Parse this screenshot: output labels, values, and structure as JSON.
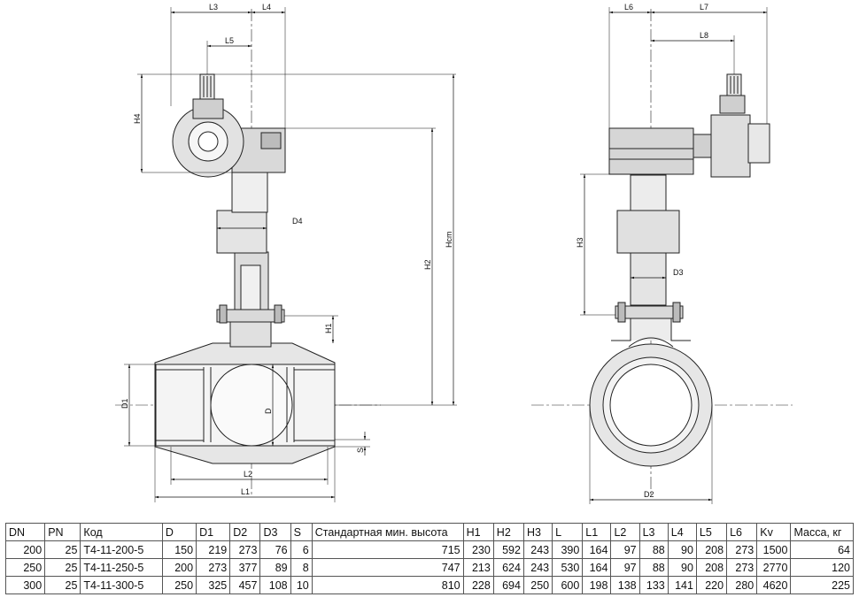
{
  "drawing": {
    "front_view": {
      "dims": {
        "L3": "L3",
        "L4": "L4",
        "L5": "L5",
        "H4": "H4",
        "D4": "D4",
        "H2": "H2",
        "Hcm": "Hcm",
        "H1": "H1",
        "D1": "D1",
        "D": "D",
        "S": "S",
        "L2": "L2",
        "L1": "L1"
      }
    },
    "side_view": {
      "dims": {
        "L6": "L6",
        "L7": "L7",
        "L8": "L8",
        "H3": "H3",
        "D3": "D3",
        "D2": "D2"
      }
    }
  },
  "table": {
    "headers": [
      "DN",
      "PN",
      "Код",
      "D",
      "D1",
      "D2",
      "D3",
      "S",
      "Стандартная мин. высота",
      "H1",
      "H2",
      "H3",
      "L",
      "L1",
      "L2",
      "L3",
      "L4",
      "L5",
      "L6",
      "Kv",
      "Масса, кг"
    ],
    "rows": [
      [
        "200",
        "25",
        "T4-11-200-5",
        "150",
        "219",
        "273",
        "76",
        "6",
        "715",
        "230",
        "592",
        "243",
        "390",
        "164",
        "97",
        "88",
        "90",
        "208",
        "273",
        "1500",
        "64"
      ],
      [
        "250",
        "25",
        "T4-11-250-5",
        "200",
        "273",
        "377",
        "89",
        "8",
        "747",
        "213",
        "624",
        "243",
        "530",
        "164",
        "97",
        "88",
        "90",
        "208",
        "273",
        "2770",
        "120"
      ],
      [
        "300",
        "25",
        "T4-11-300-5",
        "250",
        "325",
        "457",
        "108",
        "10",
        "810",
        "228",
        "694",
        "250",
        "600",
        "198",
        "138",
        "133",
        "141",
        "220",
        "280",
        "4620",
        "225"
      ]
    ]
  }
}
